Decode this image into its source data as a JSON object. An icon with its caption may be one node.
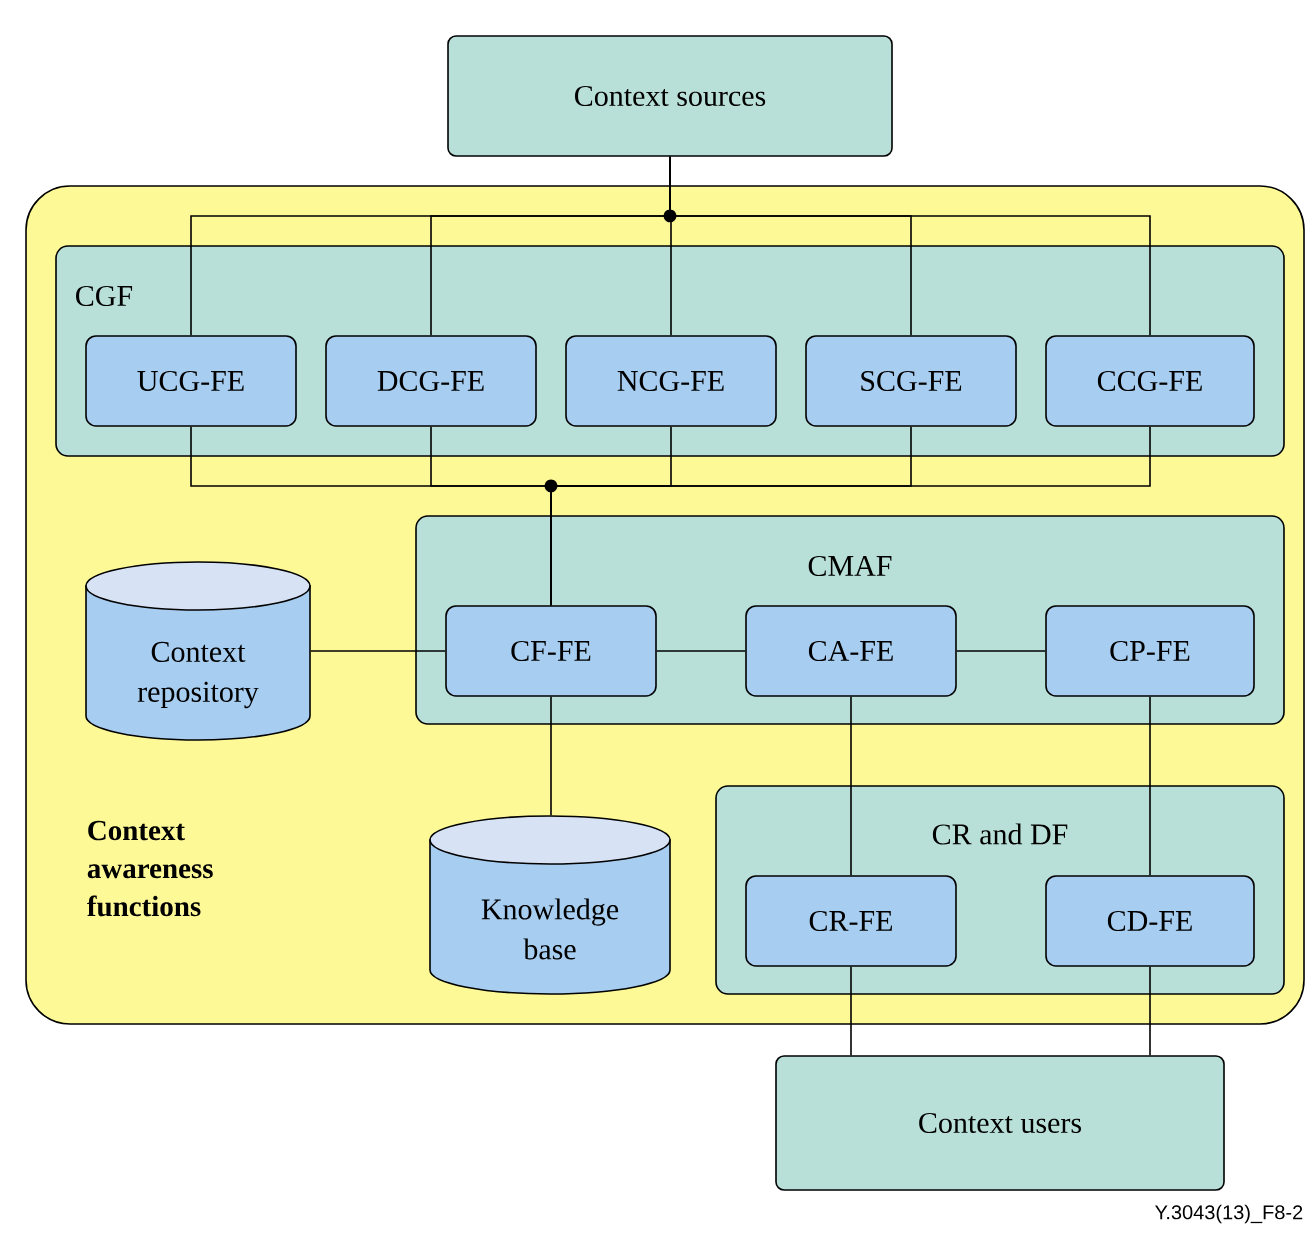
{
  "diagram": {
    "nodes": [
      {
        "text": [
          "Context sources"
        ]
      },
      {
        "text": [
          "Context awareness functions"
        ]
      },
      {
        "text": [
          "CGF"
        ],
        "in": 1
      },
      {
        "text": [
          "UCG-FE"
        ],
        "in": 2
      },
      {
        "text": [
          "DCG-FE"
        ],
        "in": 2
      },
      {
        "text": [
          "NCG-FE"
        ],
        "in": 2
      },
      {
        "text": [
          "SCG-FE"
        ],
        "in": 2
      },
      {
        "text": [
          "CCG-FE"
        ],
        "in": 2
      },
      {
        "text": [
          "CMAF"
        ],
        "in": 1
      },
      {
        "text": [
          "CF-FE"
        ],
        "in": 8
      },
      {
        "text": [
          "CA-FE"
        ],
        "in": 8
      },
      {
        "text": [
          "CP-FE"
        ],
        "in": 8
      },
      {
        "text": [
          "Context repository"
        ],
        "in": 1
      },
      {
        "text": [
          "Knowledge base"
        ],
        "in": 1
      },
      {
        "text": [
          "CR and DF"
        ],
        "in": 1
      },
      {
        "text": [
          "CR-FE"
        ],
        "in": 14
      },
      {
        "text": [
          "CD-FE"
        ],
        "in": 14
      },
      {
        "text": [
          "Context users"
        ]
      }
    ],
    "edges": [
      {
        "from": 0,
        "to": 3,
        "arrow": "none"
      },
      {
        "from": 0,
        "to": 4,
        "arrow": "none"
      },
      {
        "from": 0,
        "to": 5,
        "arrow": "none"
      },
      {
        "from": 0,
        "to": 6,
        "arrow": "none"
      },
      {
        "from": 0,
        "to": 7,
        "arrow": "none"
      },
      {
        "from": 3,
        "to": 9,
        "arrow": "none"
      },
      {
        "from": 4,
        "to": 9,
        "arrow": "none"
      },
      {
        "from": 5,
        "to": 9,
        "arrow": "none"
      },
      {
        "from": 6,
        "to": 9,
        "arrow": "none"
      },
      {
        "from": 7,
        "to": 9,
        "arrow": "none"
      },
      {
        "from": 12,
        "to": 9,
        "arrow": "none"
      },
      {
        "from": 9,
        "to": 10,
        "arrow": "none"
      },
      {
        "from": 10,
        "to": 11,
        "arrow": "none"
      },
      {
        "from": 9,
        "to": 13,
        "arrow": "none"
      },
      {
        "from": 10,
        "to": 15,
        "arrow": "none"
      },
      {
        "from": 11,
        "to": 16,
        "arrow": "none"
      },
      {
        "from": 15,
        "to": 17,
        "arrow": "none"
      },
      {
        "from": 16,
        "to": 17,
        "arrow": "none"
      }
    ],
    "labels": [
      "Y.3043(13)_F8-2"
    ]
  }
}
